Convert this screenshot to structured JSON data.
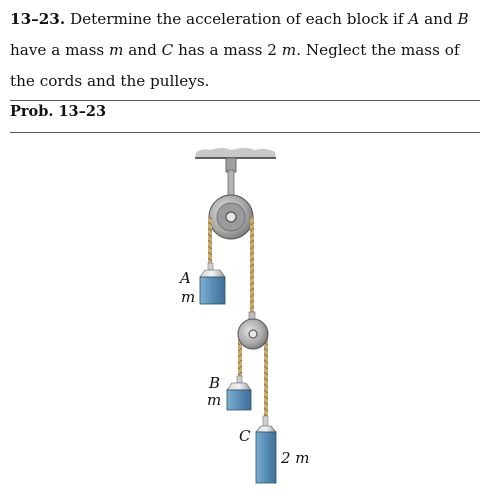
{
  "problem": {
    "number": "13–23.",
    "text_1": " Determine the acceleration of each block if ",
    "var_A": "A",
    "text_2": " and ",
    "var_B": "B",
    "text_3": " have a mass ",
    "var_m1": "m",
    "text_4": " and ",
    "var_C": "C",
    "text_5": " has a mass 2 ",
    "var_m2": "m",
    "text_6": ". Neglect the mass of the cords and the pulleys."
  },
  "figure": {
    "caption": "Prob. 13–23",
    "block_A_letter": "A",
    "block_A_mass": "m",
    "block_B_letter": "B",
    "block_B_mass": "m",
    "block_C_letter": "C",
    "block_C_mass": "2 m",
    "colors": {
      "block": "#5b90b8",
      "block_light": "#9cc4e0",
      "rope": "#b59a62",
      "pulley": "#a7a7a7",
      "ceiling": "#c6c6c6"
    }
  }
}
